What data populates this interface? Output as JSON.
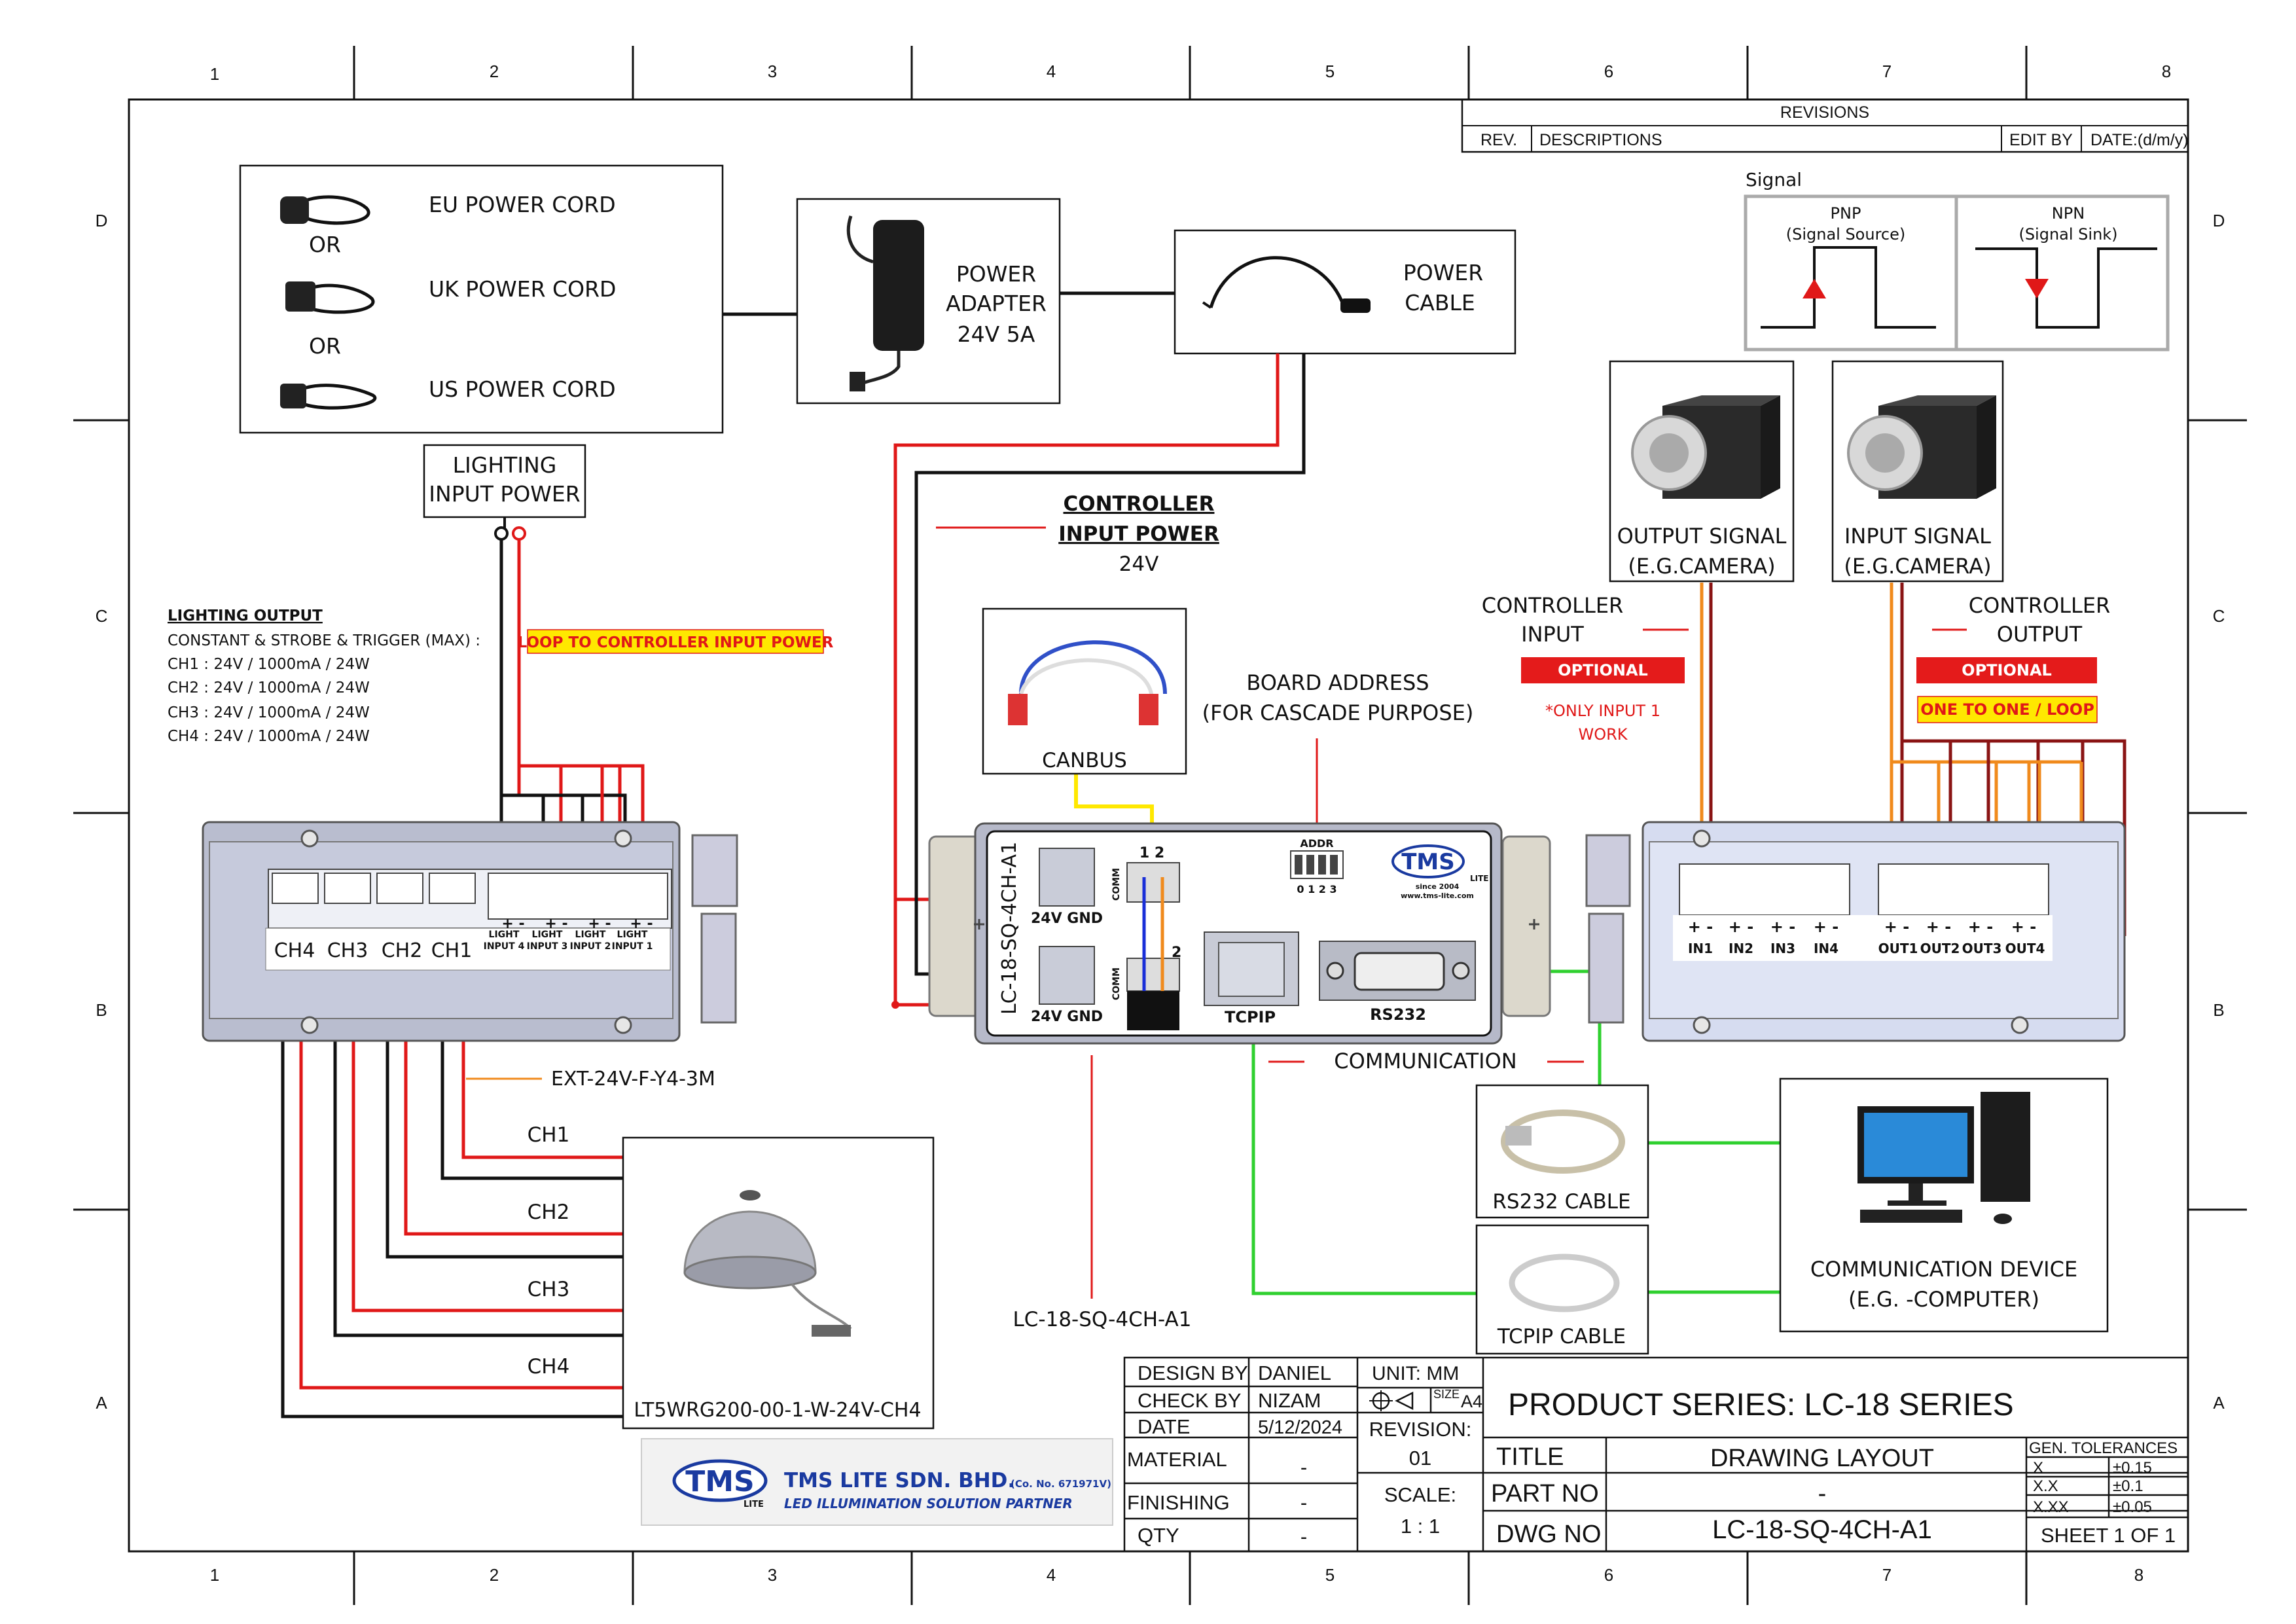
{
  "frame": {
    "columns": [
      "1",
      "2",
      "3",
      "4",
      "5",
      "6",
      "7",
      "8"
    ],
    "rows": [
      "D",
      "C",
      "B",
      "A"
    ]
  },
  "revisions": {
    "title": "REVISIONS",
    "rev": "REV.",
    "descriptions": "DESCRIPTIONS",
    "edit_by": "EDIT BY",
    "date": "DATE:(d/m/y)"
  },
  "power_cords": {
    "eu": "EU POWER CORD",
    "uk": "UK POWER CORD",
    "us": "US POWER CORD",
    "or": "OR"
  },
  "power_adapter": {
    "line1": "POWER",
    "line2": "ADAPTER",
    "line3": "24V 5A"
  },
  "power_cable": {
    "line1": "POWER",
    "line2": "CABLE"
  },
  "signal": {
    "title": "Signal",
    "pnp": "PNP",
    "pnp_sub": "(Signal Source)",
    "npn": "NPN",
    "npn_sub": "(Signal Sink)"
  },
  "lighting_input_power": {
    "line1": "LIGHTING",
    "line2": "INPUT POWER"
  },
  "controller_input_power": {
    "line1": "CONTROLLER",
    "line2": "INPUT POWER",
    "line3": "24V"
  },
  "lighting_output": {
    "title": "LIGHTING OUTPUT",
    "subtitle": "CONSTANT & STROBE & TRIGGER (MAX) :",
    "ch1": "CH1 : 24V / 1000mA / 24W",
    "ch2": "CH2 : 24V / 1000mA / 24W",
    "ch3": "CH3 : 24V / 1000mA / 24W",
    "ch4": "CH4 : 24V / 1000mA / 24W",
    "loop_note": "LOOP TO CONTROLLER INPUT POWER"
  },
  "canbus": "CANBUS",
  "board_address": {
    "line1": "BOARD ADDRESS",
    "line2": "(FOR CASCADE PURPOSE)"
  },
  "cameras": {
    "output": {
      "line1": "OUTPUT SIGNAL",
      "line2": "(E.G.CAMERA)"
    },
    "input": {
      "line1": "INPUT SIGNAL",
      "line2": "(E.G.CAMERA)"
    }
  },
  "controller_input": {
    "line1": "CONTROLLER",
    "line2": "INPUT",
    "badge": "OPTIONAL",
    "note1": "*ONLY INPUT 1",
    "note2": "WORK"
  },
  "controller_output": {
    "line1": "CONTROLLER",
    "line2": "OUTPUT",
    "badge": "OPTIONAL",
    "note": "ONE TO ONE / LOOP"
  },
  "left_module": {
    "ch_labels": [
      "CH4",
      "CH3",
      "CH2",
      "CH1"
    ],
    "light_inputs": [
      [
        "LIGHT",
        "INPUT 4"
      ],
      [
        "LIGHT",
        "INPUT 3"
      ],
      [
        "LIGHT",
        "INPUT 2"
      ],
      [
        "LIGHT",
        "INPUT 1"
      ]
    ],
    "ext_label": "EXT-24V-F-Y4-3M"
  },
  "controller": {
    "model": "LC-18-SQ-4CH-A1",
    "gnd1": "24V GND",
    "gnd2": "24V GND",
    "comm": "COMM",
    "p12": "1  2",
    "p2": "2",
    "addr": "ADDR",
    "addr_nums": "0 1 2 3",
    "tcpip": "TCPIP",
    "rs232": "RS232",
    "logo": "TMS",
    "logo_sub": "LITE",
    "since": "since 2004",
    "web": "www.tms-lite.com"
  },
  "right_module": {
    "in_labels": [
      "IN1",
      "IN2",
      "IN3",
      "IN4"
    ],
    "out_labels": [
      "OUT1",
      "OUT2",
      "OUT3",
      "OUT4"
    ],
    "pm": "+ -"
  },
  "communication": "COMMUNICATION",
  "rs232_cable": "RS232 CABLE",
  "tcpip_cable": "TCPIP CABLE",
  "comm_device": {
    "line1": "COMMUNICATION DEVICE",
    "line2": "(E.G. -COMPUTER)"
  },
  "channels": [
    "CH1",
    "CH2",
    "CH3",
    "CH4"
  ],
  "lamp_model": "LT5WRG200-00-1-W-24V-CH4",
  "controller_caption": "LC-18-SQ-4CH-A1",
  "title_block": {
    "design_by_label": "DESIGN BY",
    "design_by": "DANIEL",
    "check_by_label": "CHECK BY",
    "check_by": "NIZAM",
    "date_label": "DATE",
    "date": "5/12/2024",
    "material_label": "MATERIAL",
    "material": "-",
    "finishing_label": "FINISHING",
    "finishing": "-",
    "qty_label": "QTY",
    "qty": "-",
    "unit": "UNIT:  MM",
    "size_label": "SIZE",
    "size": "A4",
    "revision_label": "REVISION:",
    "revision": "01",
    "scale_label": "SCALE:",
    "scale": "1 : 1",
    "product_series": "PRODUCT SERIES: LC-18 SERIES",
    "title_label": "TITLE",
    "title": "DRAWING LAYOUT",
    "part_no_label": "PART NO",
    "part_no": "-",
    "dwg_no_label": "DWG NO",
    "dwg_no": "LC-18-SQ-4CH-A1",
    "tol_title": "GEN. TOLERANCES",
    "tol": [
      [
        "X",
        "±0.15"
      ],
      [
        "X.X",
        "±0.1"
      ],
      [
        "X.XX",
        "±0.05"
      ]
    ],
    "sheet": "SHEET 1 OF 1"
  },
  "company": {
    "logo": "TMS",
    "logo_sub": "LITE",
    "name": "TMS LITE SDN. BHD.",
    "reg": "(Co. No. 671971V)",
    "tagline": "LED ILLUMINATION SOLUTION PARTNER"
  },
  "colors": {
    "red": "#e01818",
    "black": "#111111",
    "orange": "#f08a1c",
    "green": "#2fd02f",
    "yellow": "#ffe800",
    "blue": "#1a2fd8",
    "darkred": "#8a1414",
    "optional": "#e41b1b"
  }
}
